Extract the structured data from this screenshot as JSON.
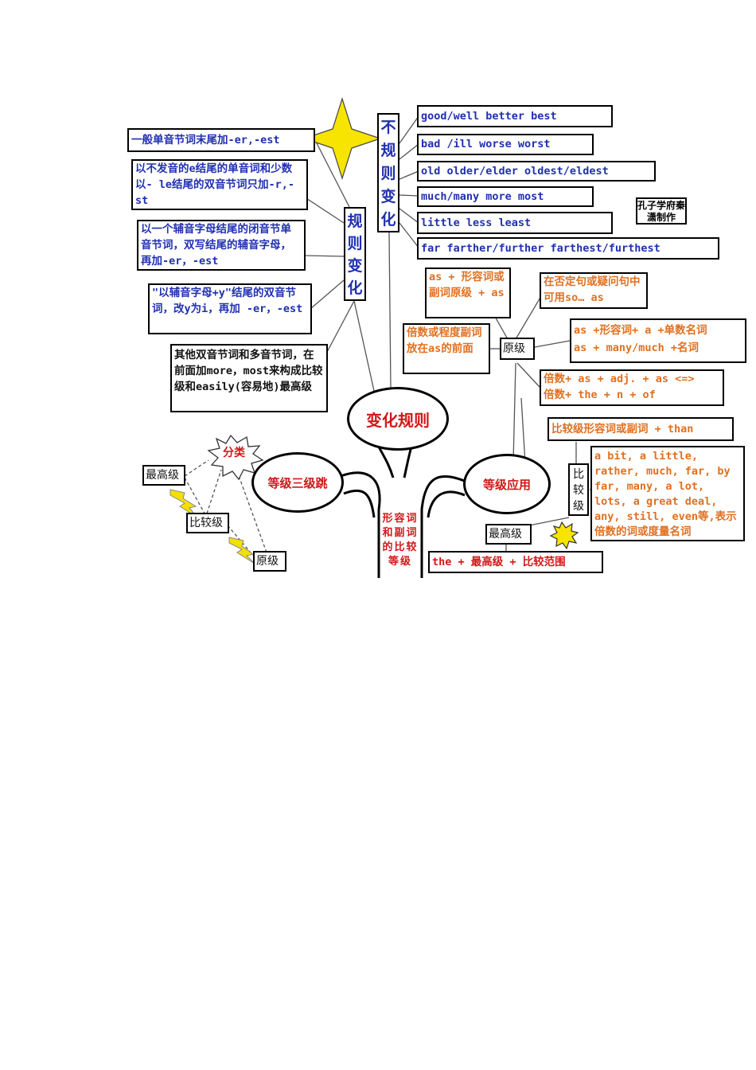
{
  "center": {
    "title": "变化规则"
  },
  "stem": {
    "label": "形容词和副词的比较等级"
  },
  "irregular": {
    "title": "不规则变化",
    "rows": [
      "good/well   better  best",
      "bad /ill  worse   worst",
      "old  older/elder  oldest/eldest",
      "much/many  more   most",
      "little   less    least",
      "far  farther/further   farthest/furthest"
    ]
  },
  "stamp": {
    "text": "孔子学府秦潇制作"
  },
  "regular": {
    "title": "规则变化",
    "rules": [
      "一般单音节词末尾加-er,-est",
      "以不发音的e结尾的单音词和少数以- le结尾的双音节词只加-r,-st",
      "以一个辅音字母结尾的闭音节单音节词，双写结尾的辅音字母，再加-er，-est",
      "\"以辅音字母+y\"结尾的双音节词，改y为i，再加 -er，-est",
      "其他双音节词和多音节词，在前面加more，most来构成比较级和easily(容易地)最高级"
    ]
  },
  "grades": {
    "title": "等级三级跳",
    "burst": "分类",
    "superlative": "最高级",
    "comparative": "比较级",
    "positive": "原级"
  },
  "usage": {
    "title": "等级应用",
    "positive_label": "原级",
    "positive_rules": [
      "as + 形容词或副词原级 + as",
      "倍数或程度副词放在as的前面",
      "在否定句或疑问句中可用so… as",
      "as +形容词+ a +单数名词\nas + many/much +名词",
      "倍数+ as + adj. + as <=>\n倍数+ the + n + of"
    ],
    "comparative_label": "比较级",
    "comparative_rules": [
      "比较级形容词或副词 + than",
      "a bit, a little, rather, much, far, by far, many, a lot, lots, a great deal, any, still, even等,表示倍数的词或度量名词"
    ],
    "superlative_label": "最高级",
    "superlative_rule": "the + 最高级 + 比较范围"
  },
  "colors": {
    "blue_text": "#2030b0",
    "orange_text": "#e07020",
    "red_text": "#d01818",
    "star": "#f7e400"
  }
}
